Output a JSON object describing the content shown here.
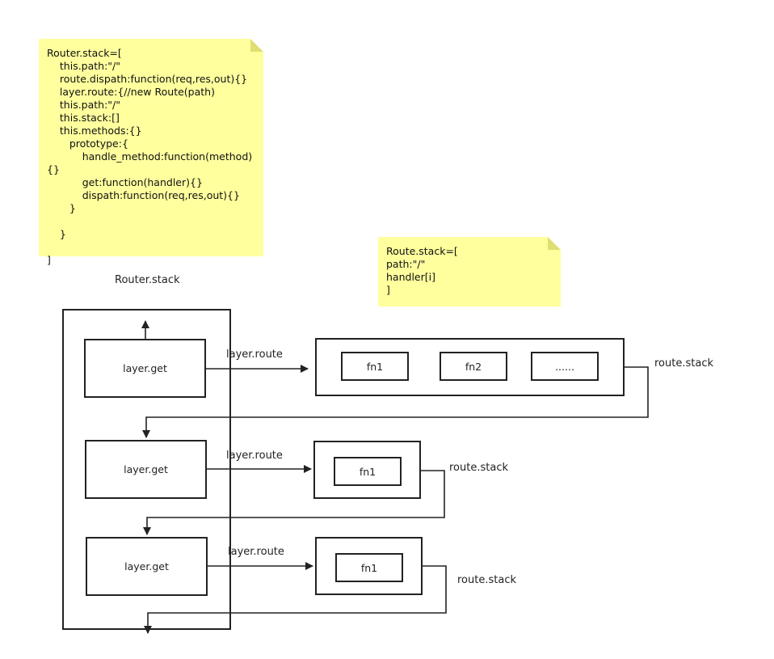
{
  "note_router": {
    "lines": "Router.stack=[\n    this.path:\"/\"\n    route.dispath:function(req,res,out){}\n    layer.route:{//new Route(path)\n    this.path:\"/\"\n    this.stack:[]\n    this.methods:{}\n       prototype:{\n           handle_method:function(method)\n{}\n           get:function(handler){}\n           dispath:function(req,res,out){}\n       }\n\n    }\n\n]"
  },
  "note_route": {
    "lines": "Route.stack=[\npath:\"/\"\nhandler[i]\n]"
  },
  "router_stack_label": "Router.stack",
  "rows": [
    {
      "layer": "layer.get",
      "route_label": "layer.route",
      "stack_label": "route.stack",
      "fns": [
        "fn1",
        "fn2",
        "......"
      ]
    },
    {
      "layer": "layer.get",
      "route_label": "layer.route",
      "stack_label": "route.stack",
      "fns": [
        "fn1"
      ]
    },
    {
      "layer": "layer.get",
      "route_label": "layer.route",
      "stack_label": "route.stack",
      "fns": [
        "fn1"
      ]
    }
  ],
  "colors": {
    "note": "#ffff9e",
    "note_fold": "#dede72",
    "stroke": "#222222"
  }
}
